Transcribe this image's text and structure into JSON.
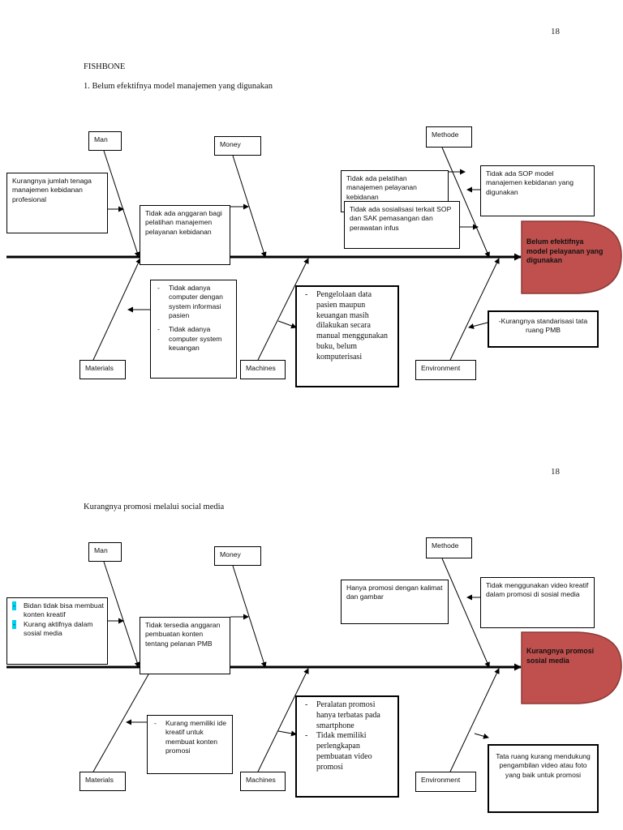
{
  "page_number_1": "18",
  "page_number_2": "18",
  "diagram1": {
    "section_title": "FISHBONE",
    "problem_title": "1.   Belum efektifnya model manajemen yang digunakan",
    "head": "Belum efektifnya model pelayanan yang digunakan",
    "categories": {
      "man": "Man",
      "money": "Money",
      "methode": "Methode",
      "materials": "Materials",
      "machines": "Machines",
      "environment": "Environment"
    },
    "causes": {
      "man": "Kurangnya jumlah tenaga manajemen kebidanan profesional",
      "money": "Tidak ada anggaran bagi pelatihan manajemen pelayanan kebidanan",
      "methode_1": "Tidak ada pelatihan manajemen pelayanan kebidanan",
      "methode_2": "Tidak ada sosialisasi terkait SOP dan SAK pemasangan dan perawatan infus",
      "methode_3": "Tidak ada SOP model manajemen kebidanan yang digunakan",
      "materials": [
        "Tidak adanya computer dengan system informasi pasien",
        "Tidak adanya computer system keuangan"
      ],
      "machines": "Pengelolaan data pasien maupun keuangan masih dilakukan secara manual menggunakan buku, belum komputerisasi",
      "environment": "-Kurangnya standarisasi tata ruang PMB"
    }
  },
  "diagram2": {
    "problem_title": "Kurangnya promosi melalui social media",
    "head": "Kurangnya promosi sosial media",
    "categories": {
      "man": "Man",
      "money": "Money",
      "methode": "Methode",
      "materials": "Materials",
      "machines": "Machines",
      "environment": "Environment"
    },
    "causes": {
      "man": [
        "Bidan tidak bisa membuat konten kreatif",
        "Kurang aktifnya dalam sosial media"
      ],
      "money": "Tidak tersedia anggaran pembuatan konten tentang pelanan PMB",
      "methode_1": "Hanya promosi dengan kalimat dan gambar",
      "methode_2": "Tidak menggunakan video kreatif dalam promosi di sosial media",
      "materials": "Kurang memiliki ide kreatif untuk membuat konten promosi",
      "machines": [
        "Peralatan promosi hanya terbatas pada smartphone",
        "Tidak memiliki perlengkapan pembuatan video promosi"
      ],
      "environment": "Tata ruang kurang mendukung pengambilan video atau foto yang baik untuk promosi"
    }
  },
  "colors": {
    "head_fill": "#c0504d",
    "head_stroke": "#8c3836",
    "line": "#000000",
    "bullet_highlight": "#00d0f0"
  }
}
